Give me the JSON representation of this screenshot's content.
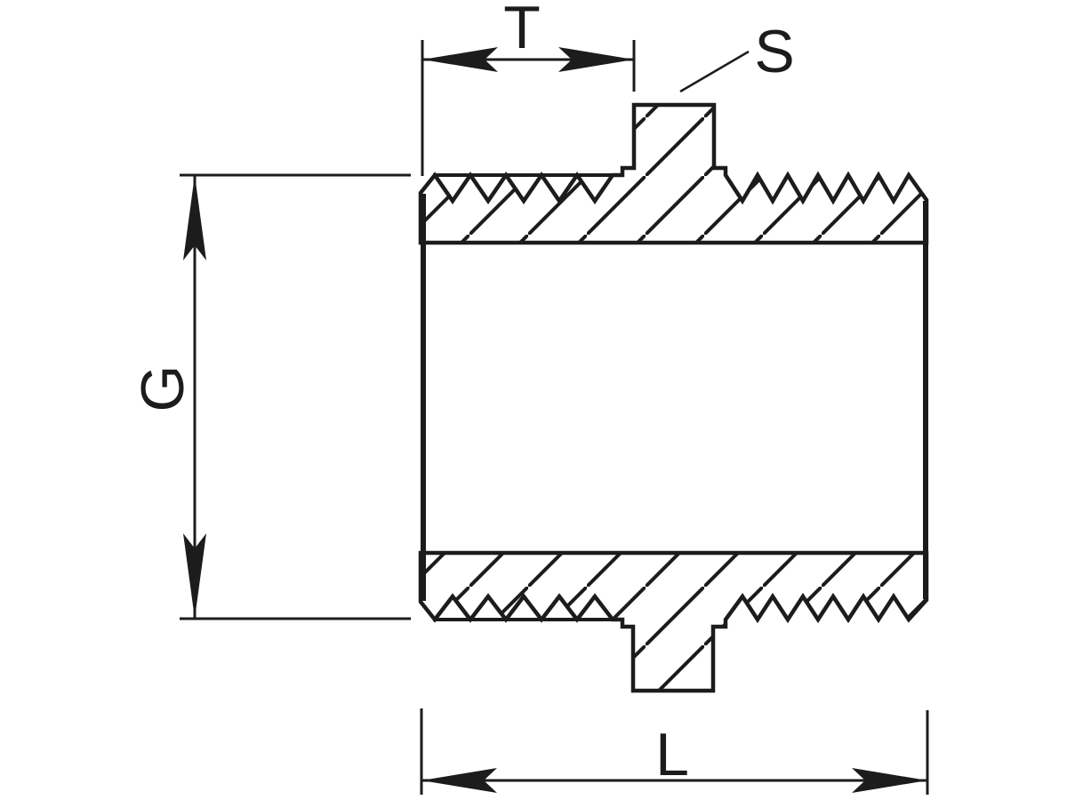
{
  "drawing": {
    "colors": {
      "ink": "#1c1c1c",
      "background": "#ffffff"
    },
    "labels": {
      "t": "T",
      "s": "S",
      "g": "G",
      "l": "L"
    }
  }
}
